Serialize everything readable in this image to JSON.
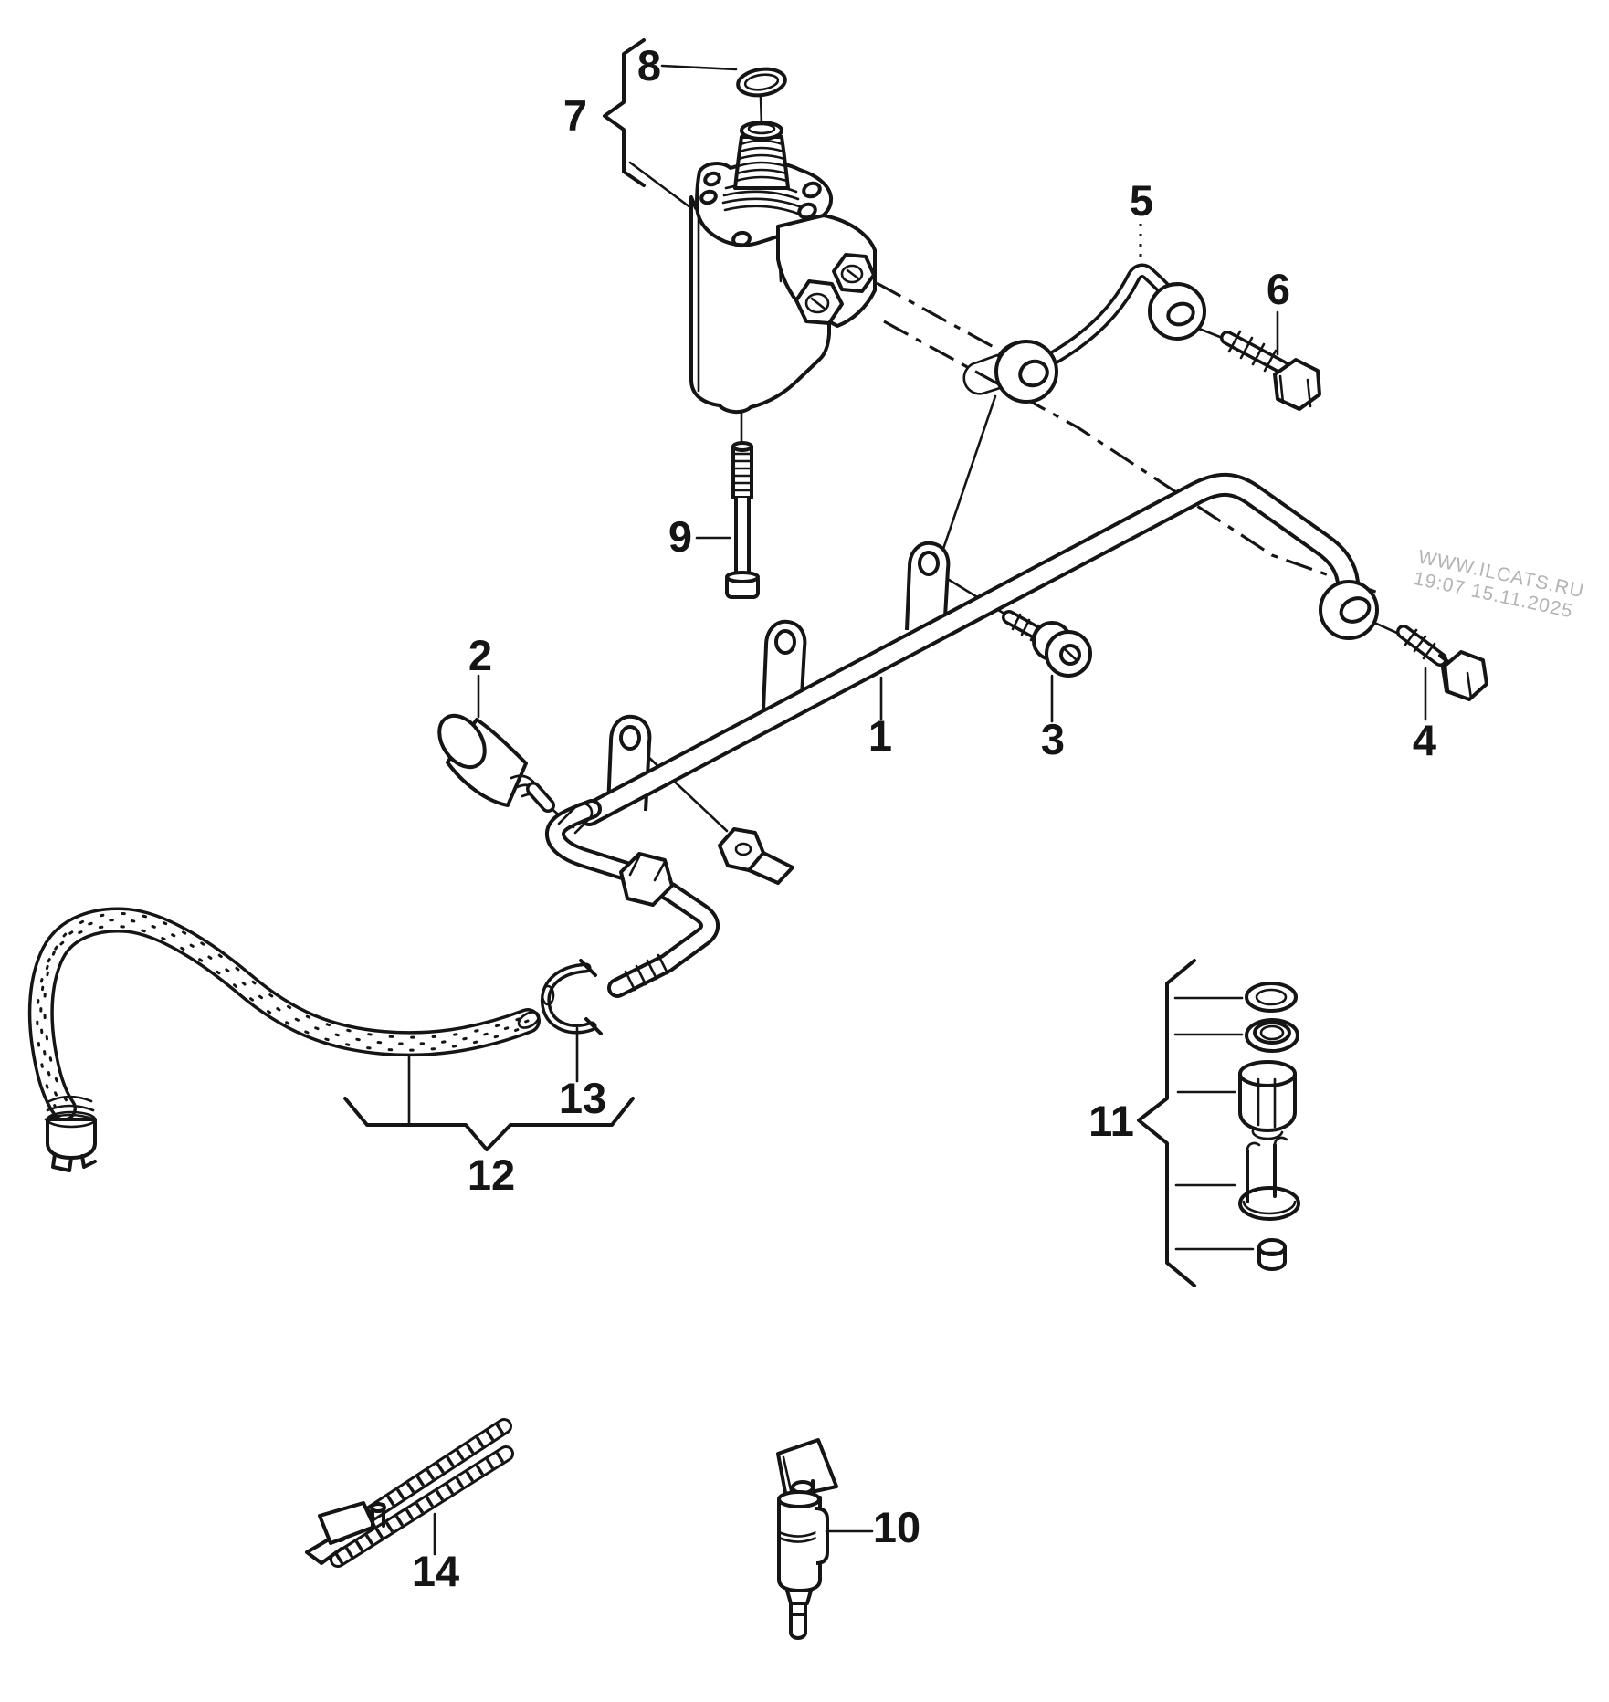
{
  "watermark": {
    "line1": "WWW.ILCATS.RU",
    "line2": "19:07 15.11.2025",
    "color": "#b3b3b3"
  },
  "callouts": [
    "1",
    "2",
    "3",
    "4",
    "5",
    "6",
    "7",
    "8",
    "9",
    "10",
    "11",
    "12",
    "13",
    "14"
  ],
  "colors": {
    "line": "#151515",
    "background": "#ffffff"
  }
}
